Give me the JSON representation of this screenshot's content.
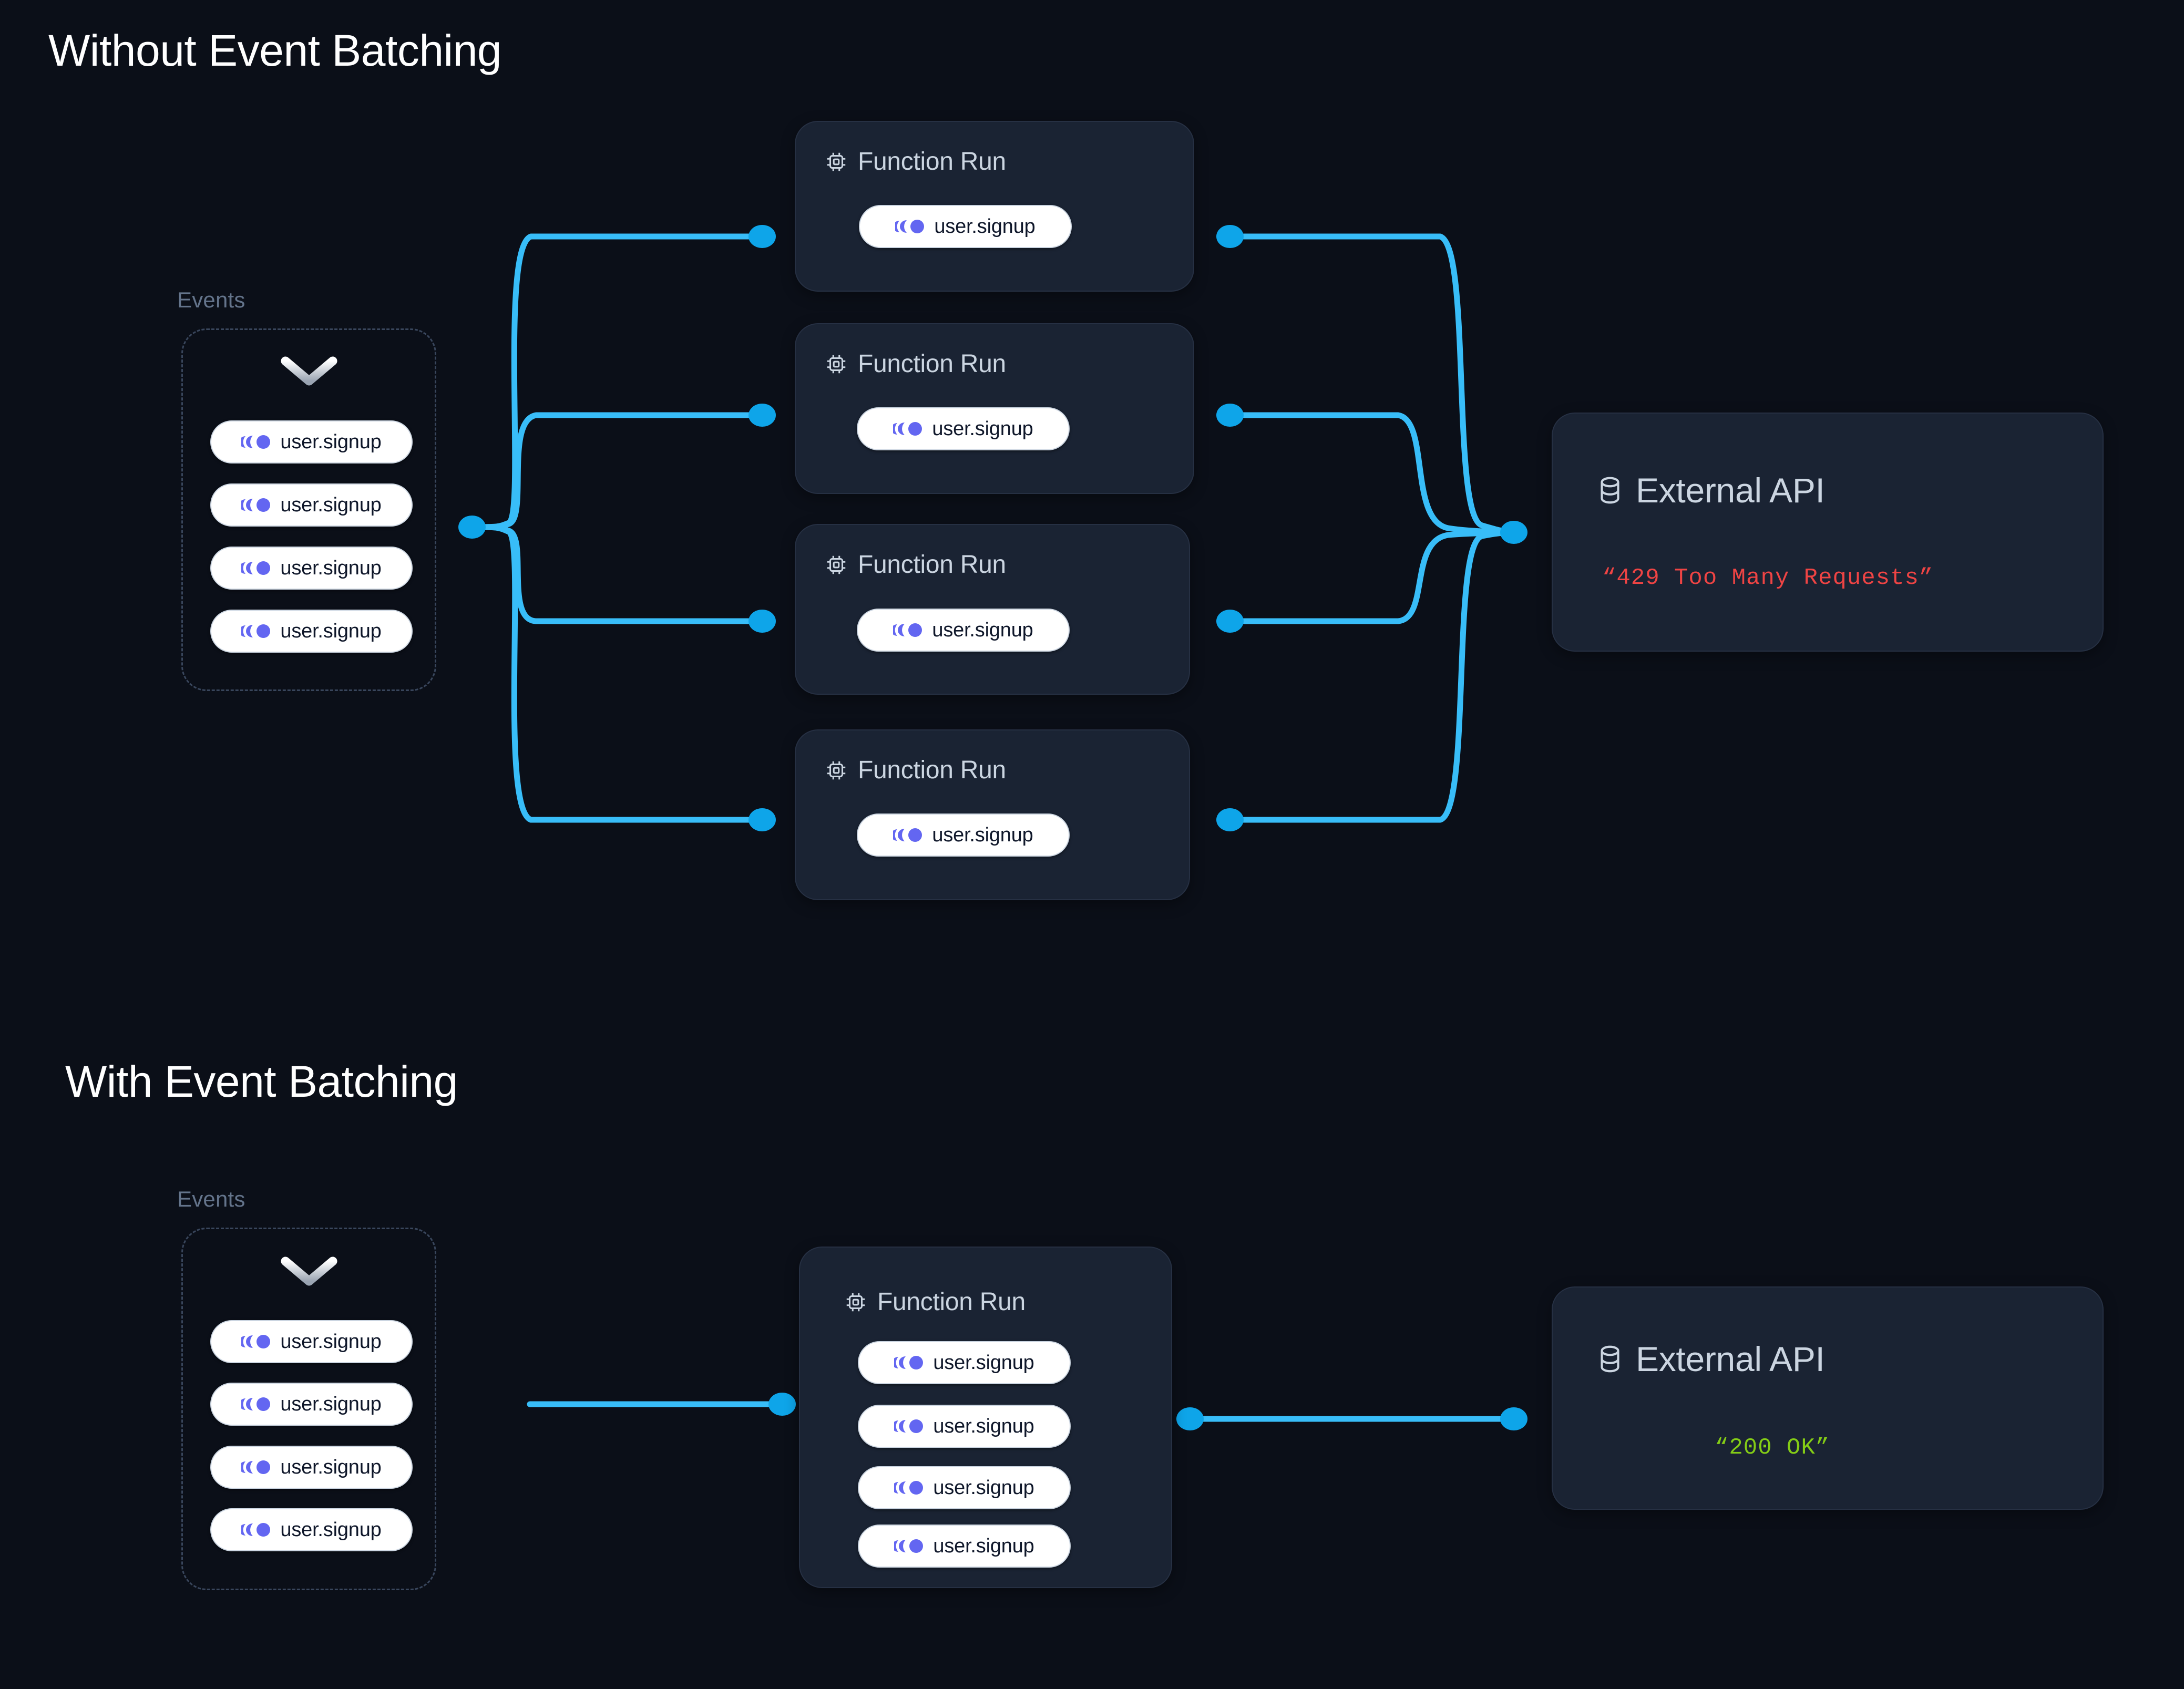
{
  "page": {
    "background_color": "#0b0f18",
    "accent_line_color": "#38bdf8",
    "accent_dot_color": "#0ea5e9",
    "card_bg_color": "#1a2333",
    "card_border_color": "#263043",
    "event_icon_color": "#6366f1",
    "error_color": "#ef4444",
    "success_color": "#84cc16"
  },
  "sections": {
    "without": {
      "title": "Without Event Batching",
      "events_caption": "Events",
      "events": [
        {
          "label": "user.signup"
        },
        {
          "label": "user.signup"
        },
        {
          "label": "user.signup"
        },
        {
          "label": "user.signup"
        }
      ],
      "function_runs": [
        {
          "title": "Function Run",
          "events": [
            {
              "label": "user.signup"
            }
          ]
        },
        {
          "title": "Function Run",
          "events": [
            {
              "label": "user.signup"
            }
          ]
        },
        {
          "title": "Function Run",
          "events": [
            {
              "label": "user.signup"
            }
          ]
        },
        {
          "title": "Function Run",
          "events": [
            {
              "label": "user.signup"
            }
          ]
        }
      ],
      "api": {
        "title": "External API",
        "status": "“429 Too Many Requests”",
        "status_kind": "error"
      }
    },
    "with": {
      "title": "With Event Batching",
      "events_caption": "Events",
      "events": [
        {
          "label": "user.signup"
        },
        {
          "label": "user.signup"
        },
        {
          "label": "user.signup"
        },
        {
          "label": "user.signup"
        }
      ],
      "function_runs": [
        {
          "title": "Function Run",
          "events": [
            {
              "label": "user.signup"
            },
            {
              "label": "user.signup"
            },
            {
              "label": "user.signup"
            },
            {
              "label": "user.signup"
            }
          ]
        }
      ],
      "api": {
        "title": "External API",
        "status": "“200 OK”",
        "status_kind": "success"
      }
    }
  },
  "icons": {
    "event_icon": "event-broadcast-icon",
    "function_run_icon": "cpu-chip-icon",
    "api_icon": "database-cylinder-icon",
    "collapse_icon": "chevron-down-icon"
  }
}
